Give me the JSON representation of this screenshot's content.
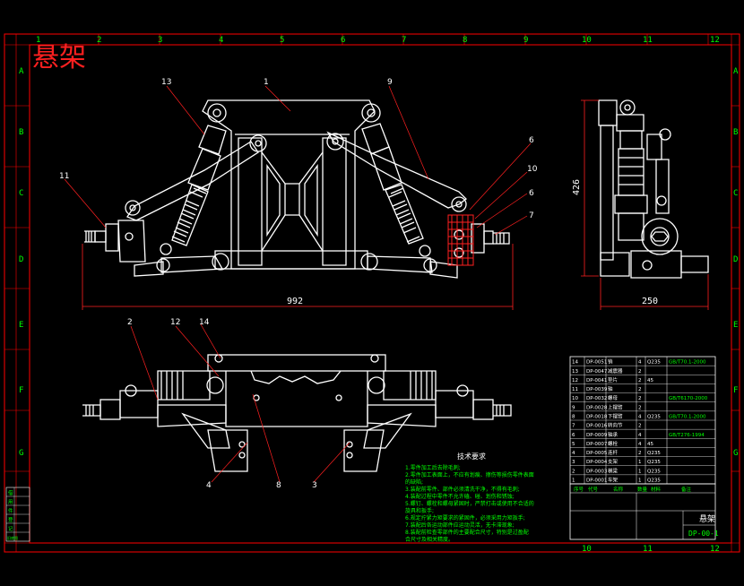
{
  "drawing": {
    "title": "悬架",
    "top_zones": [
      "1",
      "2",
      "3",
      "4",
      "5",
      "6",
      "7",
      "8",
      "9",
      "10",
      "11",
      "12"
    ],
    "bottom_zones": [
      "10",
      "11",
      "12"
    ],
    "side_zones": [
      "A",
      "B",
      "C",
      "D",
      "E",
      "F",
      "G"
    ],
    "dimensions": {
      "width_front": "992",
      "height_side": "426",
      "width_side": "250"
    },
    "callouts": {
      "c1": "1",
      "c9": "9",
      "c13": "13",
      "c11": "11",
      "c6a": "6",
      "c10": "10",
      "c6b": "6",
      "c7": "7",
      "c2": "2",
      "c12": "12",
      "c14": "14",
      "c4": "4",
      "c8": "8",
      "c3": "3"
    },
    "tech_title": "技术要求",
    "tech_lines": [
      "1.零件加工后去除毛刺;",
      "2.零件加工表面上，不应有划痕、擦伤等损伤零件表面",
      "  的缺陷;",
      "3.装配前零件、部件必须清洗干净，不得有毛刺;",
      "4.装配过程中零件不允许磕、碰、划伤和锈蚀;",
      "5.螺钉、螺栓和螺母紧固时，严禁打击或使用不合适的",
      "  旋具和扳手;",
      "6.规定拧紧力矩要求的紧固件，必须采用力矩扳手;",
      "7.装配后各运动部件应运动灵活，无卡滞现象;",
      "8.装配前检查零部件的主要配合尺寸，特别是过盈配",
      "  合尺寸及相关精度。"
    ],
    "bom": [
      {
        "no": "14",
        "code": "DP-0051",
        "name": "销",
        "qty": "4",
        "mat": "Q235",
        "std": "GB/T70.1-2000"
      },
      {
        "no": "13",
        "code": "DP-0047",
        "name": "减震器",
        "qty": "2",
        "mat": "",
        "std": ""
      },
      {
        "no": "12",
        "code": "DP-0041",
        "name": "垫片",
        "qty": "2",
        "mat": "45",
        "std": ""
      },
      {
        "no": "11",
        "code": "DP-0039",
        "name": "轴",
        "qty": "2",
        "mat": "",
        "std": ""
      },
      {
        "no": "10",
        "code": "DP-0032",
        "name": "螺母",
        "qty": "2",
        "mat": "",
        "std": "GB/T6170-2000"
      },
      {
        "no": "9",
        "code": "DP-0028",
        "name": "上摆臂",
        "qty": "2",
        "mat": "",
        "std": ""
      },
      {
        "no": "8",
        "code": "DP-0018",
        "name": "下摆臂",
        "qty": "4",
        "mat": "Q235",
        "std": "GB/T70.1-2000"
      },
      {
        "no": "7",
        "code": "DP-0016",
        "name": "转向节",
        "qty": "2",
        "mat": "",
        "std": ""
      },
      {
        "no": "6",
        "code": "DP-0009",
        "name": "轴承",
        "qty": "4",
        "mat": "",
        "std": "GB/T276-1994"
      },
      {
        "no": "5",
        "code": "DP-0007",
        "name": "螺栓",
        "qty": "4",
        "mat": "45",
        "std": ""
      },
      {
        "no": "4",
        "code": "DP-0005",
        "name": "连杆",
        "qty": "2",
        "mat": "Q235",
        "std": ""
      },
      {
        "no": "3",
        "code": "DP-0004",
        "name": "支架",
        "qty": "1",
        "mat": "Q235",
        "std": ""
      },
      {
        "no": "2",
        "code": "DP-0003",
        "name": "横梁",
        "qty": "1",
        "mat": "Q235",
        "std": ""
      },
      {
        "no": "1",
        "code": "DP-0001",
        "name": "车架",
        "qty": "1",
        "mat": "Q235",
        "std": ""
      }
    ],
    "bom_header": {
      "no": "序号",
      "code": "代号",
      "name": "名称",
      "qty": "数量",
      "mat": "材料",
      "std": "备注"
    },
    "title_block": {
      "part_name": "悬架",
      "drawing_no": "DP-00-1"
    },
    "left_strip": [
      "借",
      "用",
      "件",
      "登",
      "记",
      "旧底图"
    ]
  },
  "colors": {
    "frame": "#ff0000",
    "text": "#00ff00",
    "lines": "#ffffff",
    "dim": "#ff0000",
    "title": "#ff2020"
  }
}
